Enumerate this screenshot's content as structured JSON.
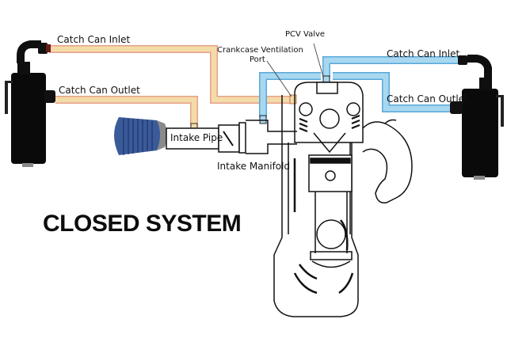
{
  "title": "CLOSED SYSTEM",
  "colors": {
    "left_hose_fill": "#f3dca8",
    "left_hose_edge": "#e8a08a",
    "right_hose_fill": "#a8d8f0",
    "right_hose_edge": "#5aa8d8",
    "catch_can": "#0a0a0a",
    "air_filter": "#3a5a9a",
    "engine_line": "#111111"
  },
  "labels": {
    "left_catch_can_inlet": "Catch Can Inlet",
    "left_catch_can_outlet": "Catch Can Outlet",
    "right_catch_can_inlet": "Catch Can Inlet",
    "right_catch_can_outlet": "Catch Can Outlet",
    "pcv_valve": "PCV Valve",
    "crankcase_ventilation_port_line1": "Crankcase Ventilation",
    "crankcase_ventilation_port_line2": "Port",
    "intake_pipe": "Intake Pipe",
    "intake_manifold": "Intake Manifold"
  }
}
